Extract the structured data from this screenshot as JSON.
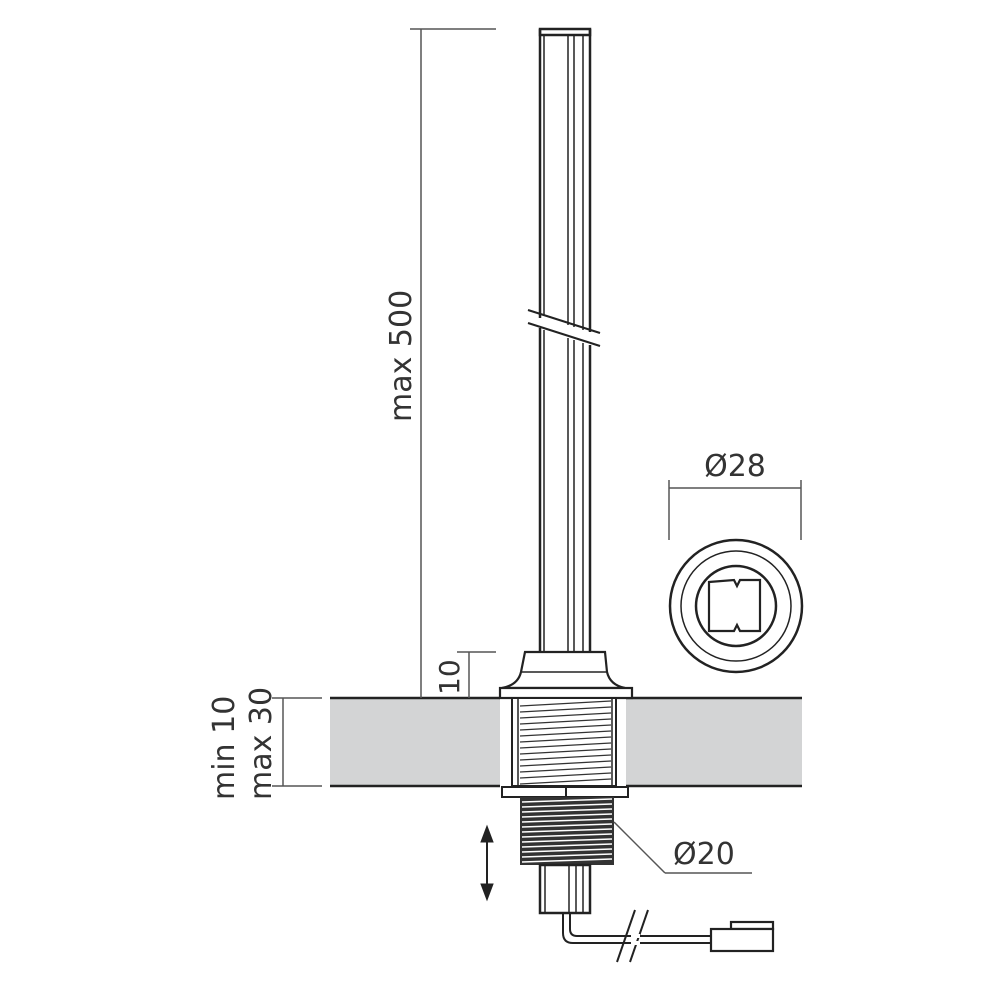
{
  "drawing": {
    "type": "technical dimension drawing",
    "colors": {
      "line": "#222222",
      "dim_line": "#555555",
      "panel_fill": "#d3d4d5",
      "background": "#ffffff"
    }
  },
  "dimensions": {
    "height_label": "max 500",
    "offset_label": "10",
    "thickness_min_label": "min 10",
    "thickness_max_label": "max 30",
    "outer_diameter_label": "Ø28",
    "thread_diameter_label": "Ø20"
  },
  "icons": {
    "adjust_arrow": "double-vertical-arrow",
    "break_mark": "break-lines"
  }
}
